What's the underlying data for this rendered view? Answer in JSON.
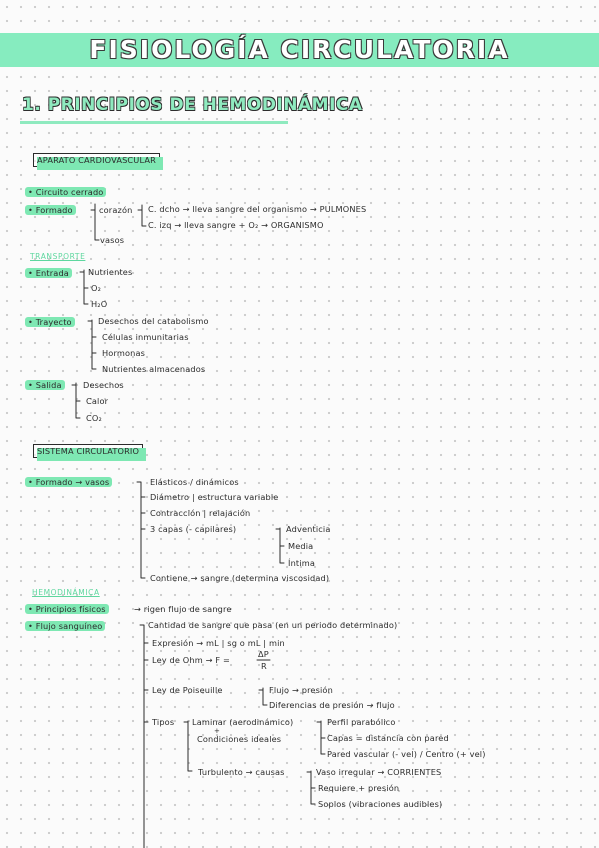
{
  "title": "FISIOLOGÍA CIRCULATORIA",
  "heading": "1. PRINCIPIOS DE HEMODINÁMICA",
  "colors": {
    "accent": "#86ecbf",
    "ink": "#2b2b2b"
  },
  "aparato": {
    "label": "APARATO CARDIOVASCULAR",
    "circuito": "• Circuito cerrado",
    "formado": "• Formado",
    "corazon": "corazón",
    "c_dcho": "C. dcho → lleva sangre del organismo → PULMONES",
    "c_izq": "C. izq → lleva sangre + O₂ → ORGANISMO",
    "vasos": "vasos",
    "transporte": "TRANSPORTE",
    "entrada": "• Entrada",
    "entrada_items": [
      "Nutrientes",
      "O₂",
      "H₂O"
    ],
    "trayecto": "• Trayecto",
    "trayecto_items": [
      "Desechos del catabolismo",
      "Células inmunitarias",
      "Hormonas",
      "Nutrientes almacenados"
    ],
    "salida": "• Salida",
    "salida_items": [
      "Desechos",
      "Calor",
      "CO₂"
    ]
  },
  "sistema": {
    "label": "SISTEMA CIRCULATORIO",
    "formado": "• Formado → vasos",
    "items": [
      "Elásticos / dinámicos",
      "Diámetro | estructura variable",
      "Contracción | relajación",
      "3 capas (- capilares)",
      "Contiene → sangre (determina viscosidad)"
    ],
    "capas": [
      "Adventicia",
      "Media",
      "Íntima"
    ]
  },
  "hemo": {
    "label": "HEMODINÁMICA",
    "principios": "• Principios físicos",
    "principios_rest": "→ rigen flujo de sangre",
    "flujo": "• Flujo sanguíneo",
    "flujo_def": "Cantidad de sangre que pasa (en un periodo determinado)",
    "expresion": "Expresión → mL | sg  o  mL | min",
    "ohm": "Ley de Ohm → F =",
    "ohm_num": "ΔP",
    "ohm_den": "R",
    "poiseuille": "Ley de Poiseuille",
    "pois_a": "Flujo → presión",
    "pois_b": "Diferencias de presión → flujo",
    "tipos": "Tipos",
    "laminar": "Laminar (aerodinámico)",
    "plus": "+",
    "condiciones": "Condiciones ideales",
    "lam_a": "Perfil parabólico",
    "lam_b": "Capas = distancia con pared",
    "lam_c": "Pared vascular (- vel) / Centro (+ vel)",
    "turbulento": "Turbulento → causas",
    "tur_a": "Vaso irregular → CORRIENTES",
    "tur_b": "Requiere + presión",
    "tur_c": "Soplos (vibraciones audibles)"
  }
}
